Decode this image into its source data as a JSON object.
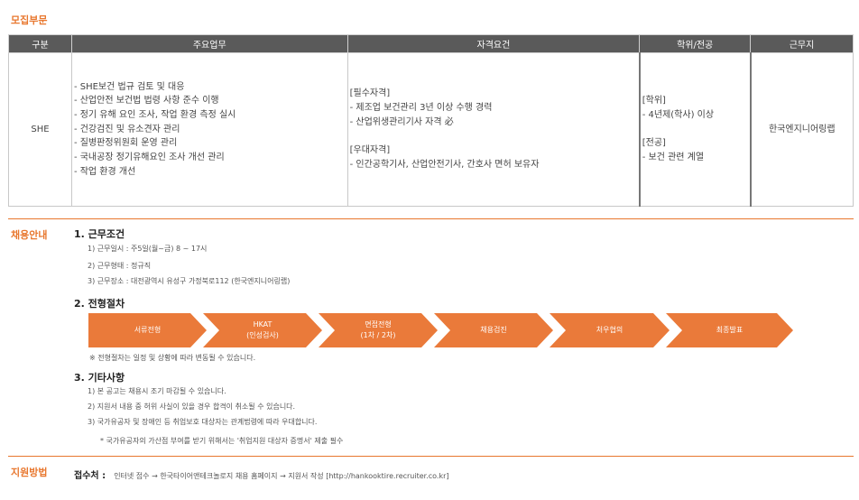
{
  "section_recruit": "모집부문",
  "table": {
    "headers": [
      "구분",
      "주요업무",
      "자격요건",
      "학위/전공",
      "근무지"
    ],
    "row": {
      "division": "SHE",
      "duties": [
        "- SHE보건 법규 검토 및 대응",
        "- 산업안전 보건법 법령 사항 준수 이행",
        "- 정기 유해 요인 조사, 작업 환경 측정 실시",
        "- 건강검진 및 유소견자 관리",
        "- 질병판정위원회 운영 관리",
        "- 국내공장 정기유해요인 조사 개선 관리",
        "- 작업 환경 개선"
      ],
      "qualifications": [
        "[필수자격]",
        "- 제조업 보건관리 3년 이상 수행 경력",
        "- 산업위생관리기사 자격 必",
        "",
        "[우대자격]",
        "- 인간공학기사, 산업안전기사, 간호사 면허 보유자"
      ],
      "degree": [
        "[학위]",
        "- 4년제(학사) 이상",
        "",
        "[전공]",
        "- 보건 관련 계열"
      ],
      "location": "한국엔지니어링랩"
    }
  },
  "section_guide": "채용안내",
  "conditions": {
    "title": "1. 근무조건",
    "items": [
      "1) 근무일시 : 주5일(월~금) 8 ~ 17시",
      "2) 근무형태 : 정규직",
      "3) 근무장소 : 대전광역시 유성구 가정북로112 (한국엔지니어링랩)"
    ]
  },
  "process": {
    "title": "2. 전형절차",
    "steps": [
      {
        "line1": "서류전형",
        "line2": ""
      },
      {
        "line1": "HKAT",
        "line2": "(인성검사)"
      },
      {
        "line1": "면접전형",
        "line2": "(1차 / 2차)"
      },
      {
        "line1": "채용검진",
        "line2": ""
      },
      {
        "line1": "처우협의",
        "line2": ""
      },
      {
        "line1": "최종발표",
        "line2": ""
      }
    ],
    "note": "※ 전형절차는 일정 및 상황에 따라 변동될 수 있습니다."
  },
  "etc": {
    "title": "3. 기타사항",
    "items": [
      "1) 본 공고는 채용시 조기 마감될 수 있습니다.",
      "2) 지원서 내용 중 허위 사실이 있을 경우 합격이 취소될 수 있습니다.",
      "3) 국가유공자 및 장애인 등 취업보호 대상자는 관계법령에 따라 우대합니다."
    ],
    "footnote": "* 국가유공자의 가산점 부여를 받기 위해서는 '취업지원 대상자 증명서' 제출 필수"
  },
  "section_apply": "지원방법",
  "apply": {
    "label": "접수처 :",
    "text": "인터넷 접수 → 한국타이어앤테크놀로지 채용 홈페이지 → 지원서 작성 [http://hankooktire.recruiter.co.kr]"
  },
  "colors": {
    "accent": "#e8772e",
    "header_bg": "#5a5a5a",
    "step_bg": "#ea7a3a"
  }
}
